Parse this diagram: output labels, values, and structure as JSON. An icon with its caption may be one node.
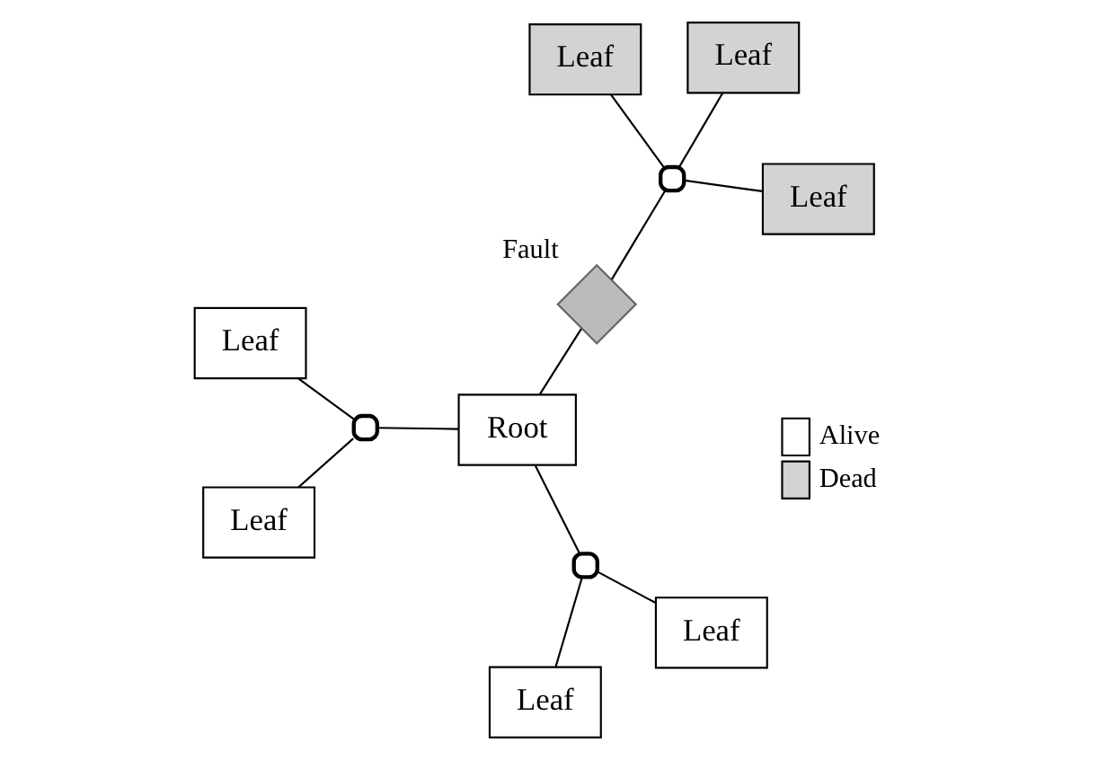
{
  "diagram": {
    "nodes": [
      {
        "text": [
          "Leaf"
        ]
      },
      {
        "text": [
          "Leaf"
        ]
      },
      {
        "text": [],
        "shape": "box"
      },
      {
        "text": [
          "Leaf"
        ]
      },
      {
        "text": [
          "Root"
        ]
      },
      {
        "text": [
          "Leaf"
        ]
      },
      {
        "text": [],
        "shape": "box"
      },
      {
        "text": [],
        "shape": "cross",
        "beside": [
          "Fault"
        ]
      },
      {
        "text": [],
        "shape": "box"
      },
      {
        "text": [
          "Leaf"
        ]
      },
      {
        "text": [
          "Leaf"
        ]
      },
      {
        "text": [
          "Leaf"
        ]
      }
    ],
    "edges": [
      {
        "from": 0,
        "to": 2,
        "arrow": "none"
      },
      {
        "from": 1,
        "to": 2,
        "arrow": "none"
      },
      {
        "from": 2,
        "to": 4,
        "arrow": "none"
      },
      {
        "from": 3,
        "to": 6,
        "arrow": "none"
      },
      {
        "from": 6,
        "to": 4,
        "arrow": "none"
      },
      {
        "from": 6,
        "to": 10,
        "arrow": "none"
      },
      {
        "from": 4,
        "to": 7,
        "arrow": "none"
      },
      {
        "from": 7,
        "to": 8,
        "arrow": "none"
      },
      {
        "from": 8,
        "to": 5,
        "arrow": "none"
      },
      {
        "from": 8,
        "to": 9,
        "arrow": "none"
      },
      {
        "from": 8,
        "to": 11,
        "arrow": "none"
      }
    ],
    "legend": [
      {
        "text": "Alive",
        "color": "#ffffff"
      },
      {
        "text": "Dead",
        "color": "#d3d3d3"
      }
    ]
  }
}
